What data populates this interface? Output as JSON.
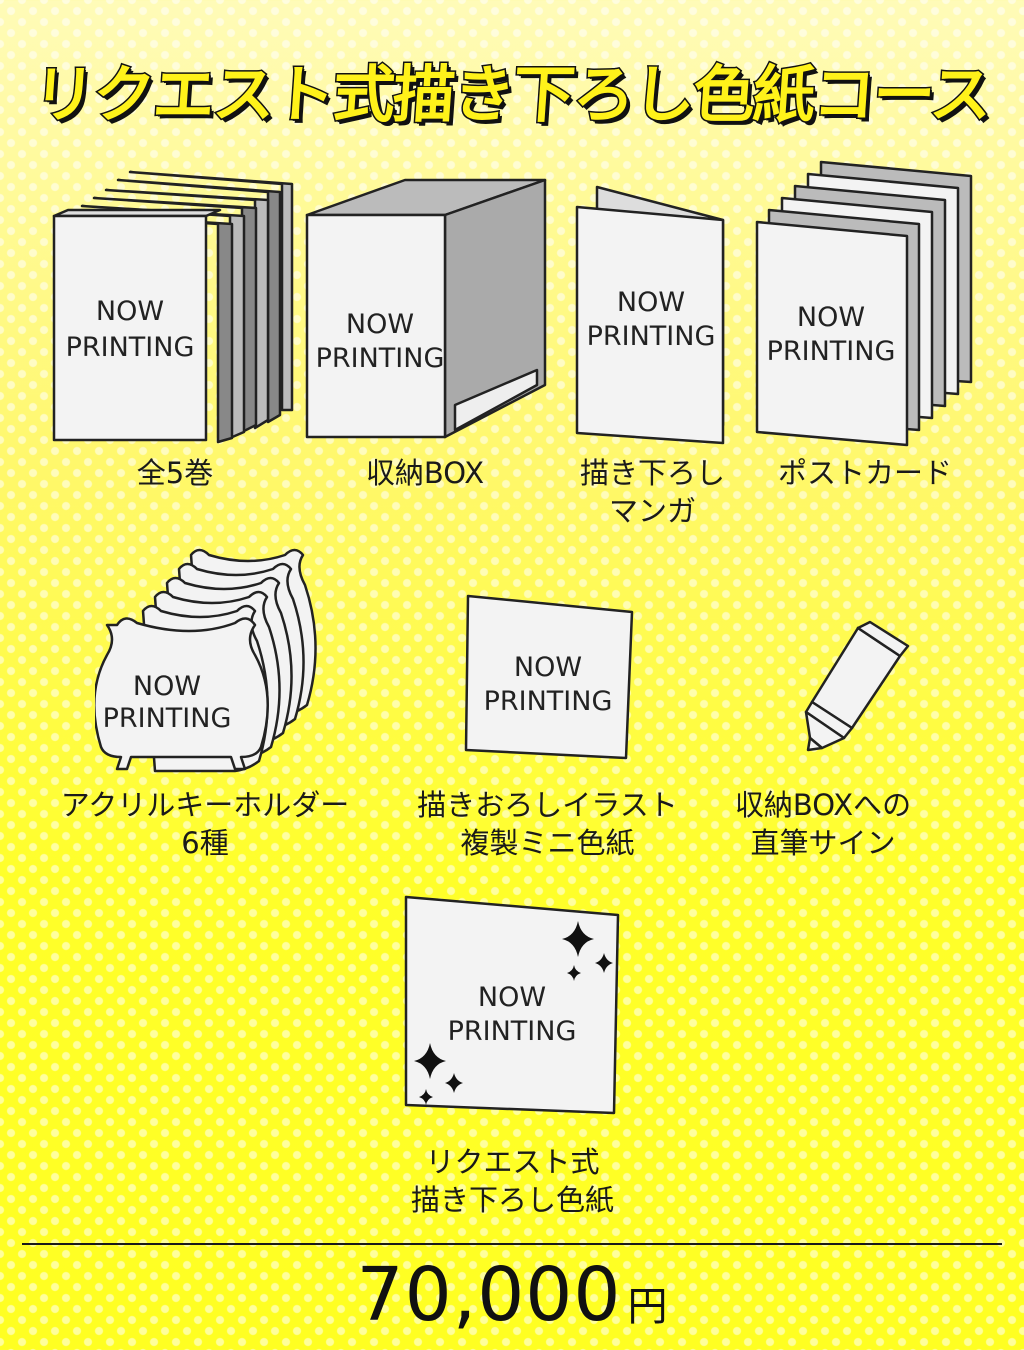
{
  "title": "リクエスト式描き下ろし色紙コース",
  "now_printing": [
    "NOW",
    "PRINTING"
  ],
  "items": [
    {
      "label": [
        "全5巻"
      ]
    },
    {
      "label": [
        "収納BOX"
      ]
    },
    {
      "label": [
        "描き下ろし",
        "マンガ"
      ]
    },
    {
      "label": [
        "ポストカード"
      ]
    },
    {
      "label": [
        "アクリルキーホルダー",
        "6種"
      ]
    },
    {
      "label": [
        "描きおろしイラスト",
        "複製ミニ色紙"
      ]
    },
    {
      "label": [
        "収納BOXへの",
        "直筆サイン"
      ]
    },
    {
      "label": [
        "リクエスト式",
        "描き下ろし色紙"
      ]
    }
  ],
  "price": {
    "amount": "70,000",
    "unit": "円"
  }
}
